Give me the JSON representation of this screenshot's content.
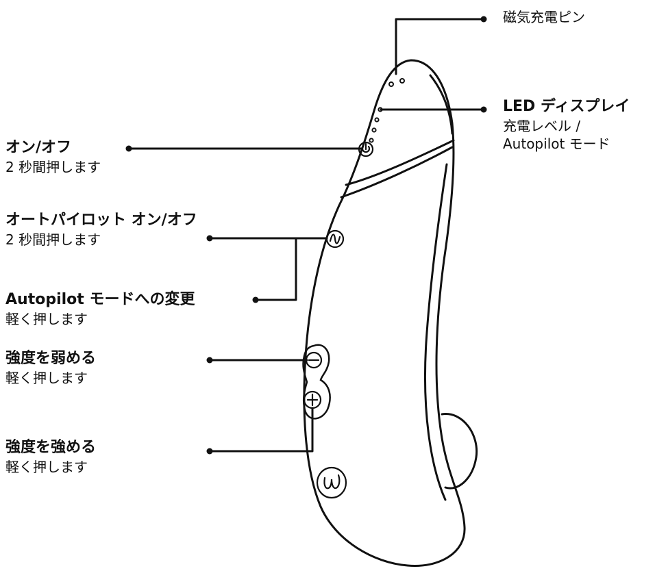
{
  "labels": {
    "magnetic": {
      "text": "磁気充電ピン"
    },
    "led": {
      "title": "LED ディスプレイ",
      "line1": "充電レベル /",
      "line2": "Autopilot モード"
    },
    "onoff": {
      "title": "オン/オフ",
      "sub": "2 秒間押します"
    },
    "autopilot": {
      "title": "オートパイロット オン/オフ",
      "sub": "2 秒間押します"
    },
    "change": {
      "title": "Autopilot モードへの変更",
      "sub": "軽く押します"
    },
    "decrease": {
      "title": "強度を弱める",
      "sub": "軽く押します"
    },
    "increase": {
      "title": "強度を強める",
      "sub": "軽く押します"
    }
  },
  "colors": {
    "line": "#111111",
    "background": "#ffffff"
  },
  "icons": {
    "power": "power-icon",
    "autopilot": "autopilot-wave-icon",
    "minus": "minus-icon",
    "plus": "plus-icon",
    "logo": "womanizer-logo-icon"
  }
}
